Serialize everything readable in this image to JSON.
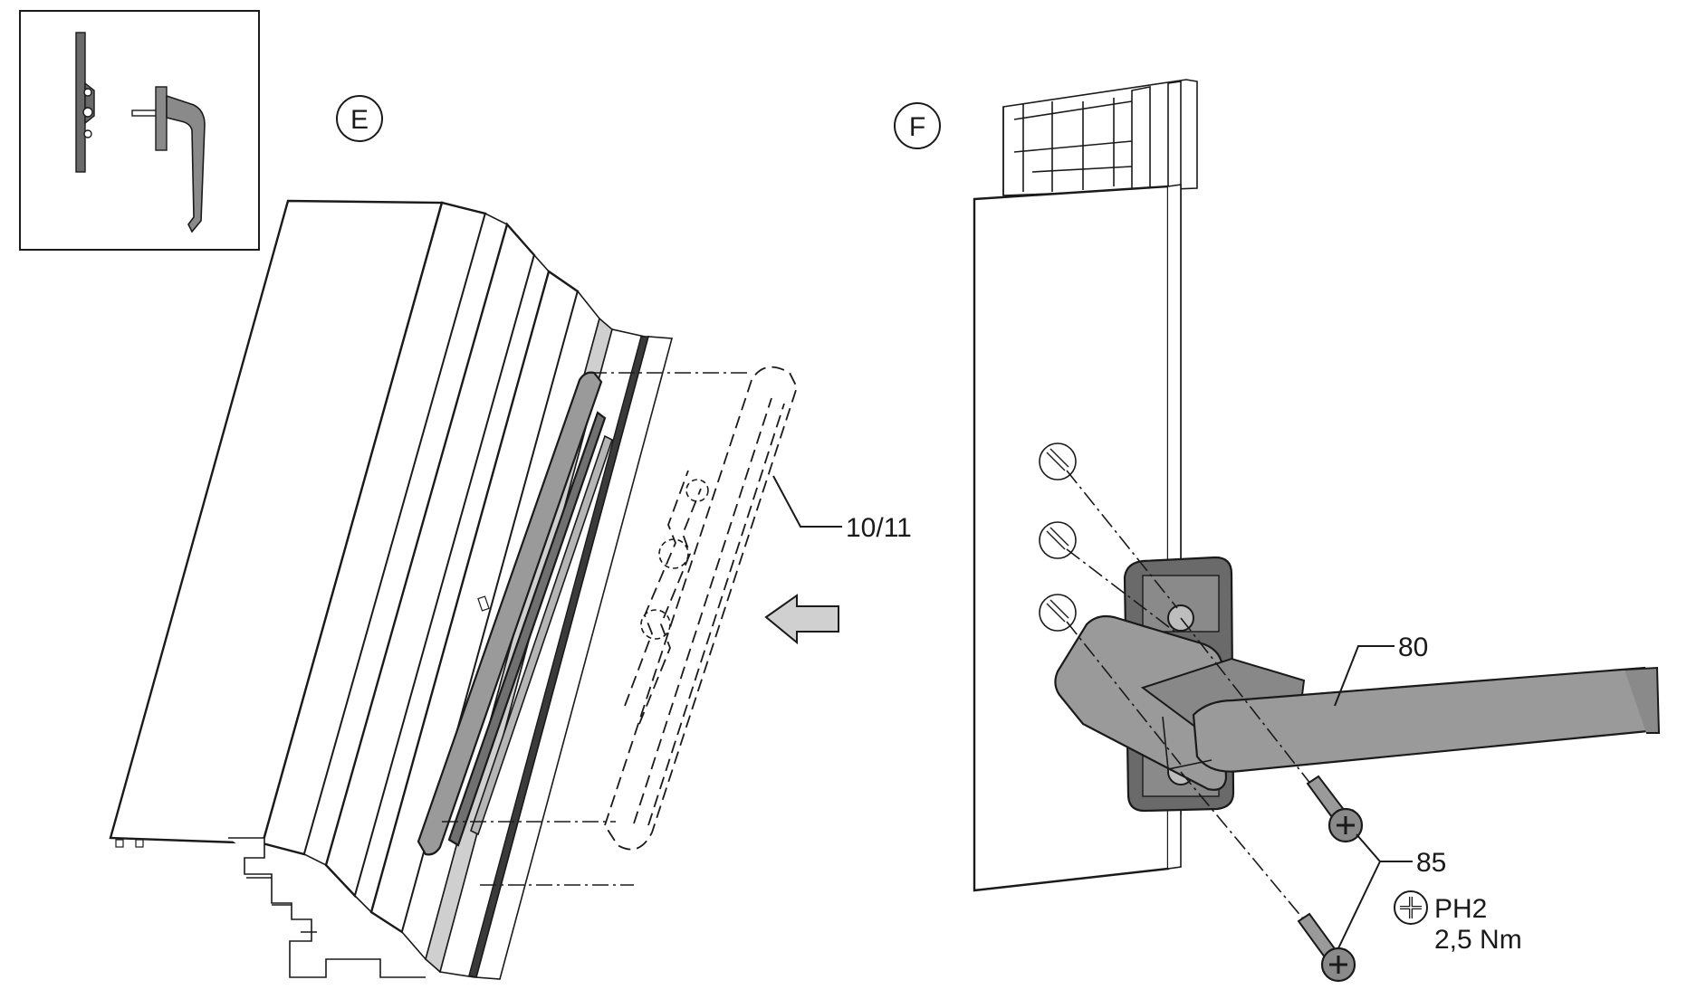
{
  "views": {
    "left": {
      "label": "E"
    },
    "right": {
      "label": "F"
    }
  },
  "callouts": {
    "gasket": "10/11",
    "handle": "80",
    "screws": "85"
  },
  "screw_spec": {
    "bit": "PH2",
    "torque": "2,5 Nm"
  },
  "icons": {
    "overview": "handle-overview-icon",
    "arrow": "arrow-left-icon",
    "phillips": "phillips-head-icon"
  },
  "colors": {
    "line": "#1a1a1a",
    "part_grey": "#9a9a9a",
    "dark_grey": "#707070"
  }
}
